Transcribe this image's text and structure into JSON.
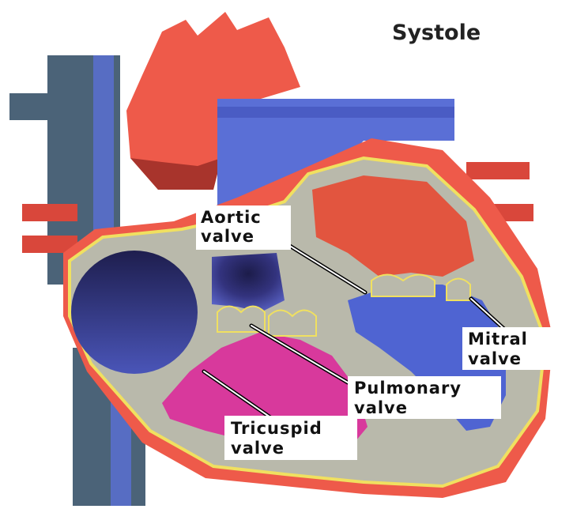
{
  "title": "Systole",
  "labels": {
    "aortic": [
      "Aortic",
      "valve"
    ],
    "mitral": [
      "Mitral",
      "valve"
    ],
    "pulmonary": [
      "Pulmonary",
      "valve"
    ],
    "tricuspid": [
      "Tricuspid",
      "valve"
    ]
  },
  "colors": {
    "aorta": "#ee5a4a",
    "aorta_dark": "#a8342c",
    "vein_blue": "#5a6fd6",
    "vena_cava": "#4b6378",
    "wall": "#b9b9ab",
    "wall_outline": "#f0e060",
    "atrium_dark": "#2c2c6e",
    "ventricle_magenta": "#d8399c",
    "ventricle_blue": "#4f64d2"
  }
}
